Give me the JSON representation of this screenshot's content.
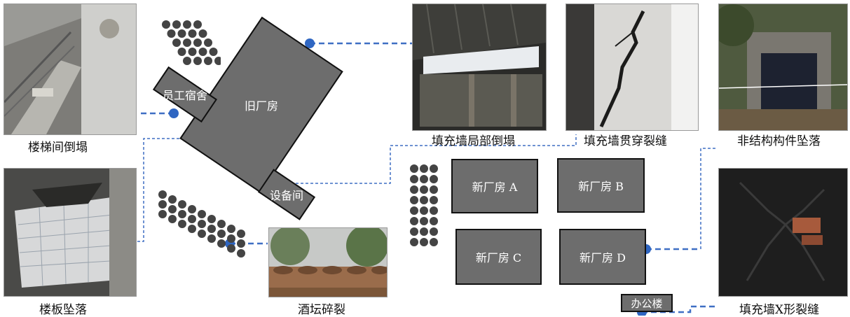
{
  "photos": {
    "stair": "楼梯间倒塌",
    "floor": "楼板坠落",
    "wall_partial": "填充墙局部倒塌",
    "wall_through": "填充墙贯穿裂缝",
    "nonstructural": "非结构构件坠落",
    "wall_x": "填充墙X形裂缝",
    "jars": "酒坛碎裂"
  },
  "buildings": {
    "old_factory": "旧厂房",
    "dorm": "员工宿舍",
    "equipment": "设备间",
    "new_a": "新厂房 A",
    "new_b": "新厂房 B",
    "new_c": "新厂房 C",
    "new_d": "新厂房 D",
    "office": "办公楼"
  },
  "colors": {
    "line": "#3f6fc4",
    "dot": "#2f66c2",
    "building": "#6d6d6d",
    "tree": "#444444"
  }
}
